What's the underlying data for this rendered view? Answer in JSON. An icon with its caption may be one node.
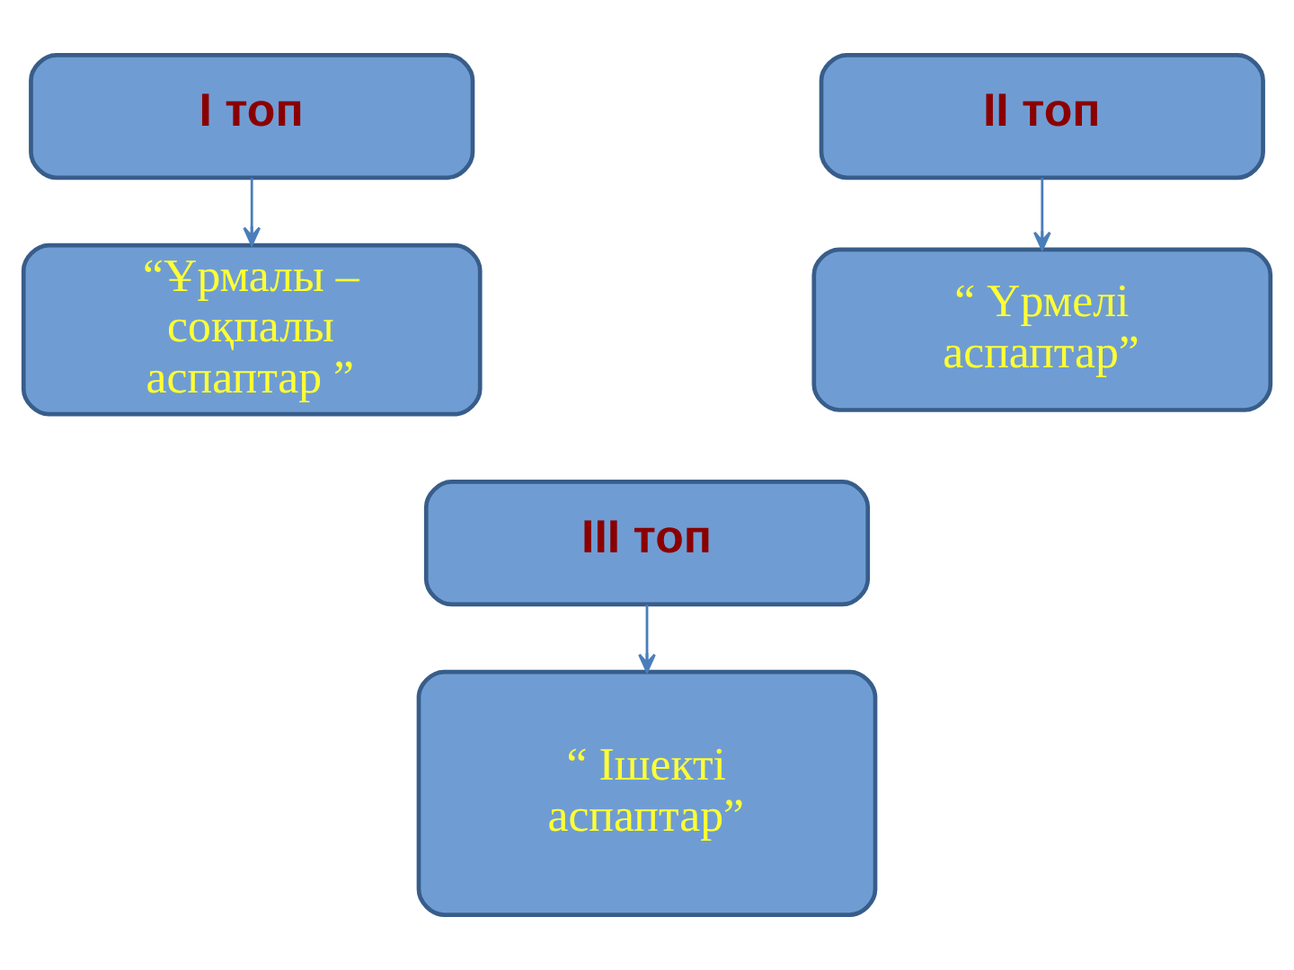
{
  "diagram": {
    "nodes": [
      {
        "text": [
          "I топ"
        ]
      },
      {
        "text": [
          "“Ұрмалы – соқпалы аспаптар ”"
        ]
      },
      {
        "text": [
          "II топ"
        ]
      },
      {
        "text": [
          "“ Үрмелі аспаптар”"
        ]
      },
      {
        "text": [
          "III топ"
        ]
      },
      {
        "text": [
          "“ Ішекті аспаптар”"
        ]
      }
    ],
    "edges": [
      {
        "from": 0,
        "to": 1,
        "arrow": "to"
      },
      {
        "from": 2,
        "to": 3,
        "arrow": "to"
      },
      {
        "from": 4,
        "to": 5,
        "arrow": "to"
      }
    ]
  }
}
